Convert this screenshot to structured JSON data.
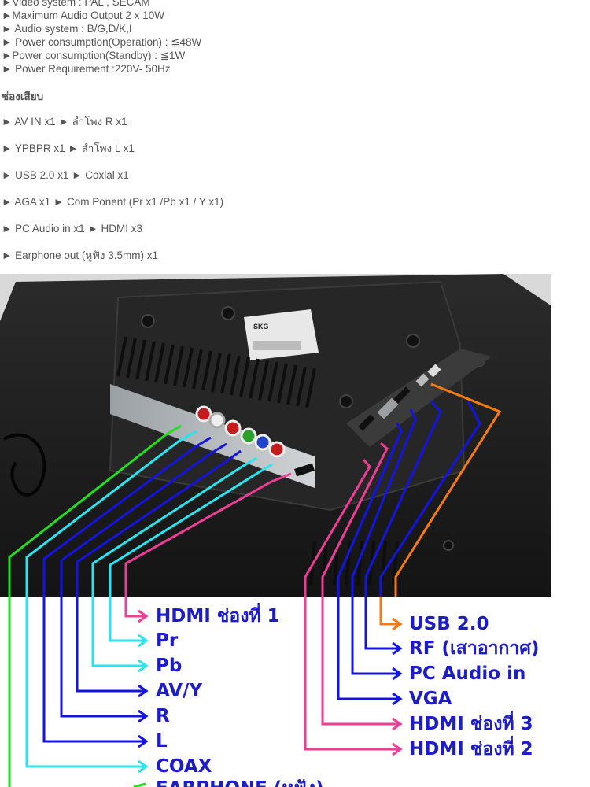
{
  "specs": {
    "lines": [
      "►Video system : PAL , SECAM",
      "►Maximum Audio Output 2 x 10W",
      "► Audio system : B/G,D/K,I",
      "► Power consumption(Operation) : ≦48W",
      "►Power consumption(Standby) : ≦1W",
      "► Power Requirement :220V- 50Hz"
    ]
  },
  "ports_section": {
    "title": "ช่องเสียบ",
    "lines": [
      "► AV IN x1 ► ลำโพง R x1",
      "► YPBPR x1 ► ลำโพง L x1",
      "► USB 2.0 x1 ► Coxial x1",
      "► AGA x1 ► Com Ponent (Pr x1 /Pb x1 / Y x1)",
      "► PC Audio in x1 ► HDMI x3",
      "► Earphone out (หูฟัง 3.5mm) x1"
    ]
  },
  "photo": {
    "sticker_brand": "SKG",
    "port_labels": [
      "EARPHONE",
      "COAX",
      "R",
      "AV/Y",
      "Pb",
      "Pr",
      "HDMI1",
      "HDMI2",
      "HDMI3",
      "VGA",
      "PC AUDIO IN",
      "RF",
      "USB"
    ]
  },
  "legend": {
    "left_labels": [
      {
        "text": "HDMI ช่องที่ 1",
        "color": "#1c1cc8"
      },
      {
        "text": "Pr",
        "color": "#1c1cc8"
      },
      {
        "text": "Pb",
        "color": "#1c1cc8"
      },
      {
        "text": "AV/Y",
        "color": "#1c1cc8"
      },
      {
        "text": "R",
        "color": "#1c1cc8"
      },
      {
        "text": "L",
        "color": "#1c1cc8"
      },
      {
        "text": "COAX",
        "color": "#1c1cc8"
      },
      {
        "text": "EARPHONE (หูฟัง)",
        "color": "#1c1cc8"
      }
    ],
    "right_labels": [
      {
        "text": "USB 2.0",
        "color": "#1c1cc8"
      },
      {
        "text": "RF (เสาอากาศ)",
        "color": "#1c1cc8"
      },
      {
        "text": "PC Audio in",
        "color": "#1c1cc8"
      },
      {
        "text": "VGA",
        "color": "#1c1cc8"
      },
      {
        "text": "HDMI ช่องที่ 3",
        "color": "#1c1cc8"
      },
      {
        "text": "HDMI ช่องที่ 2",
        "color": "#1c1cc8"
      }
    ],
    "arrow_colors": {
      "hdmi": "#ee3d96",
      "cyan": "#27e6f0",
      "blue": "#1414e0",
      "green": "#20e020",
      "orange": "#f57a14"
    }
  }
}
